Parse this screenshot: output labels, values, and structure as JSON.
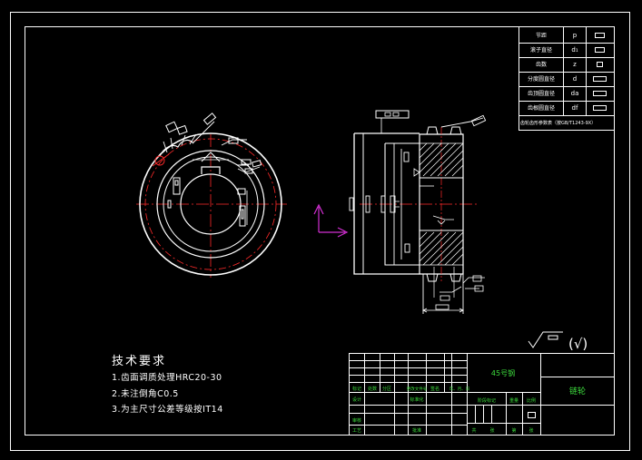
{
  "param_table": {
    "rows": [
      {
        "label": "节距",
        "symbol": "p"
      },
      {
        "label": "滚子直径",
        "symbol": "d₁"
      },
      {
        "label": "齿数",
        "symbol": "z"
      },
      {
        "label": "分度圆直径",
        "symbol": "d"
      },
      {
        "label": "齿顶圆直径",
        "symbol": "da"
      },
      {
        "label": "齿根圆直径",
        "symbol": "df"
      }
    ],
    "footer": "齿轮齿形参数表（按GB/T1243-9X）"
  },
  "roughness_note": "(√)",
  "tech_requirements": {
    "title": "技术要求",
    "lines": [
      "1.齿面调质处理HRC20-30",
      "2.未注倒角C0.5",
      "3.为主尺寸公差等级按IT14"
    ]
  },
  "title_block": {
    "material": "45号钢",
    "part_name": "链轮",
    "rev_headers": [
      "标记",
      "处数",
      "分区",
      "更改文件号",
      "签名",
      "年、月、日"
    ],
    "role_labels": [
      "设计",
      "审核",
      "工艺"
    ],
    "field_labels": [
      "标准化",
      "批准"
    ],
    "stage_headers": [
      "阶段标记",
      "重量",
      "比例"
    ],
    "sheet_labels": [
      "共",
      "张",
      "第",
      "张"
    ]
  },
  "colors": {
    "background": "#000000",
    "lines": "#ffffff",
    "center_lines": "#ff2a2a",
    "arrow": "#d12fd1",
    "title_text": "#3ddc3d"
  }
}
